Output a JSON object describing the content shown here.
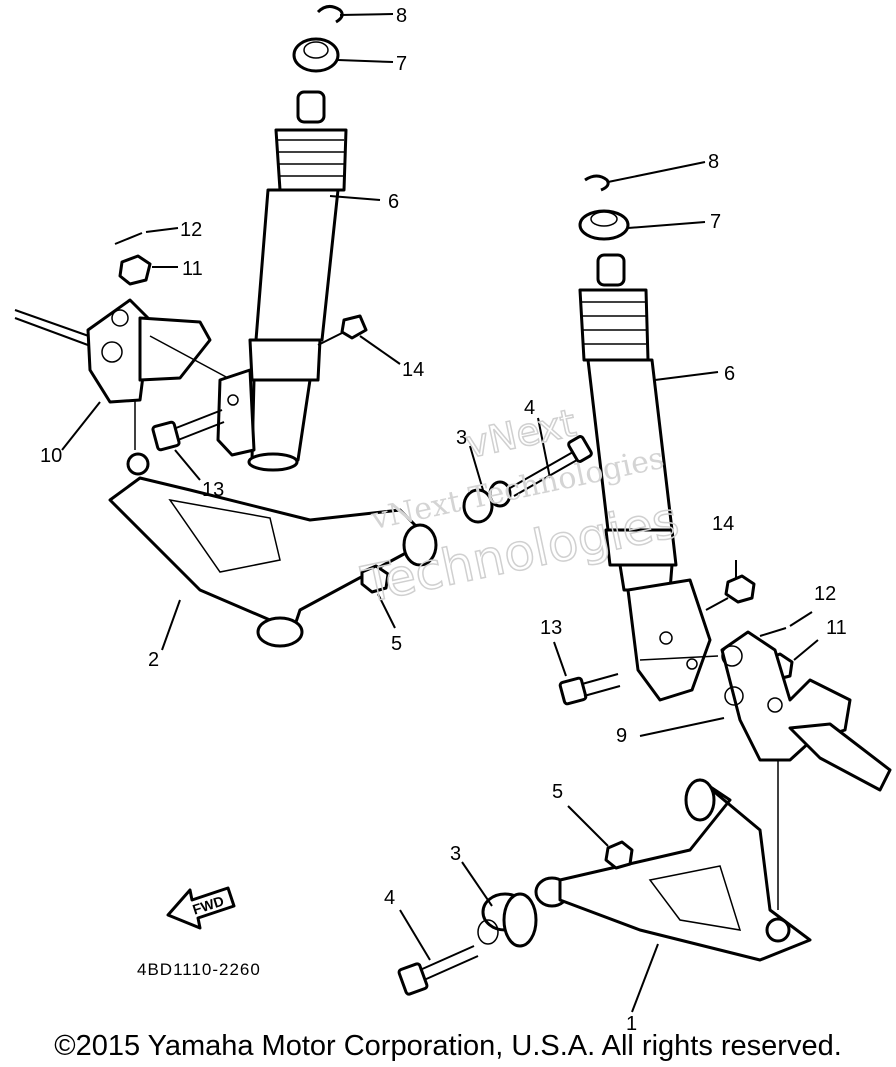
{
  "diagram": {
    "callouts": [
      {
        "id": "c8a",
        "label": "8"
      },
      {
        "id": "c7a",
        "label": "7"
      },
      {
        "id": "c6a",
        "label": "6"
      },
      {
        "id": "c12a",
        "label": "12"
      },
      {
        "id": "c11a",
        "label": "11"
      },
      {
        "id": "c14a",
        "label": "14"
      },
      {
        "id": "c10",
        "label": "10"
      },
      {
        "id": "c13a",
        "label": "13"
      },
      {
        "id": "c2",
        "label": "2"
      },
      {
        "id": "c5a",
        "label": "5"
      },
      {
        "id": "c4a",
        "label": "4"
      },
      {
        "id": "c3a",
        "label": "3"
      },
      {
        "id": "c8b",
        "label": "8"
      },
      {
        "id": "c7b",
        "label": "7"
      },
      {
        "id": "c6b",
        "label": "6"
      },
      {
        "id": "c14b",
        "label": "14"
      },
      {
        "id": "c12b",
        "label": "12"
      },
      {
        "id": "c11b",
        "label": "11"
      },
      {
        "id": "c13b",
        "label": "13"
      },
      {
        "id": "c9",
        "label": "9"
      },
      {
        "id": "c5b",
        "label": "5"
      },
      {
        "id": "c3b",
        "label": "3"
      },
      {
        "id": "c4b",
        "label": "4"
      },
      {
        "id": "c1",
        "label": "1"
      }
    ],
    "fwd_label": "FWD",
    "drawing_code": "4BD1110-2260",
    "watermark": {
      "line1": "vNext",
      "line2": "vNext Technologies",
      "line3": "Technologies"
    }
  },
  "footer": {
    "copyright": "©2015 Yamaha Motor Corporation, U.S.A. All rights reserved."
  }
}
